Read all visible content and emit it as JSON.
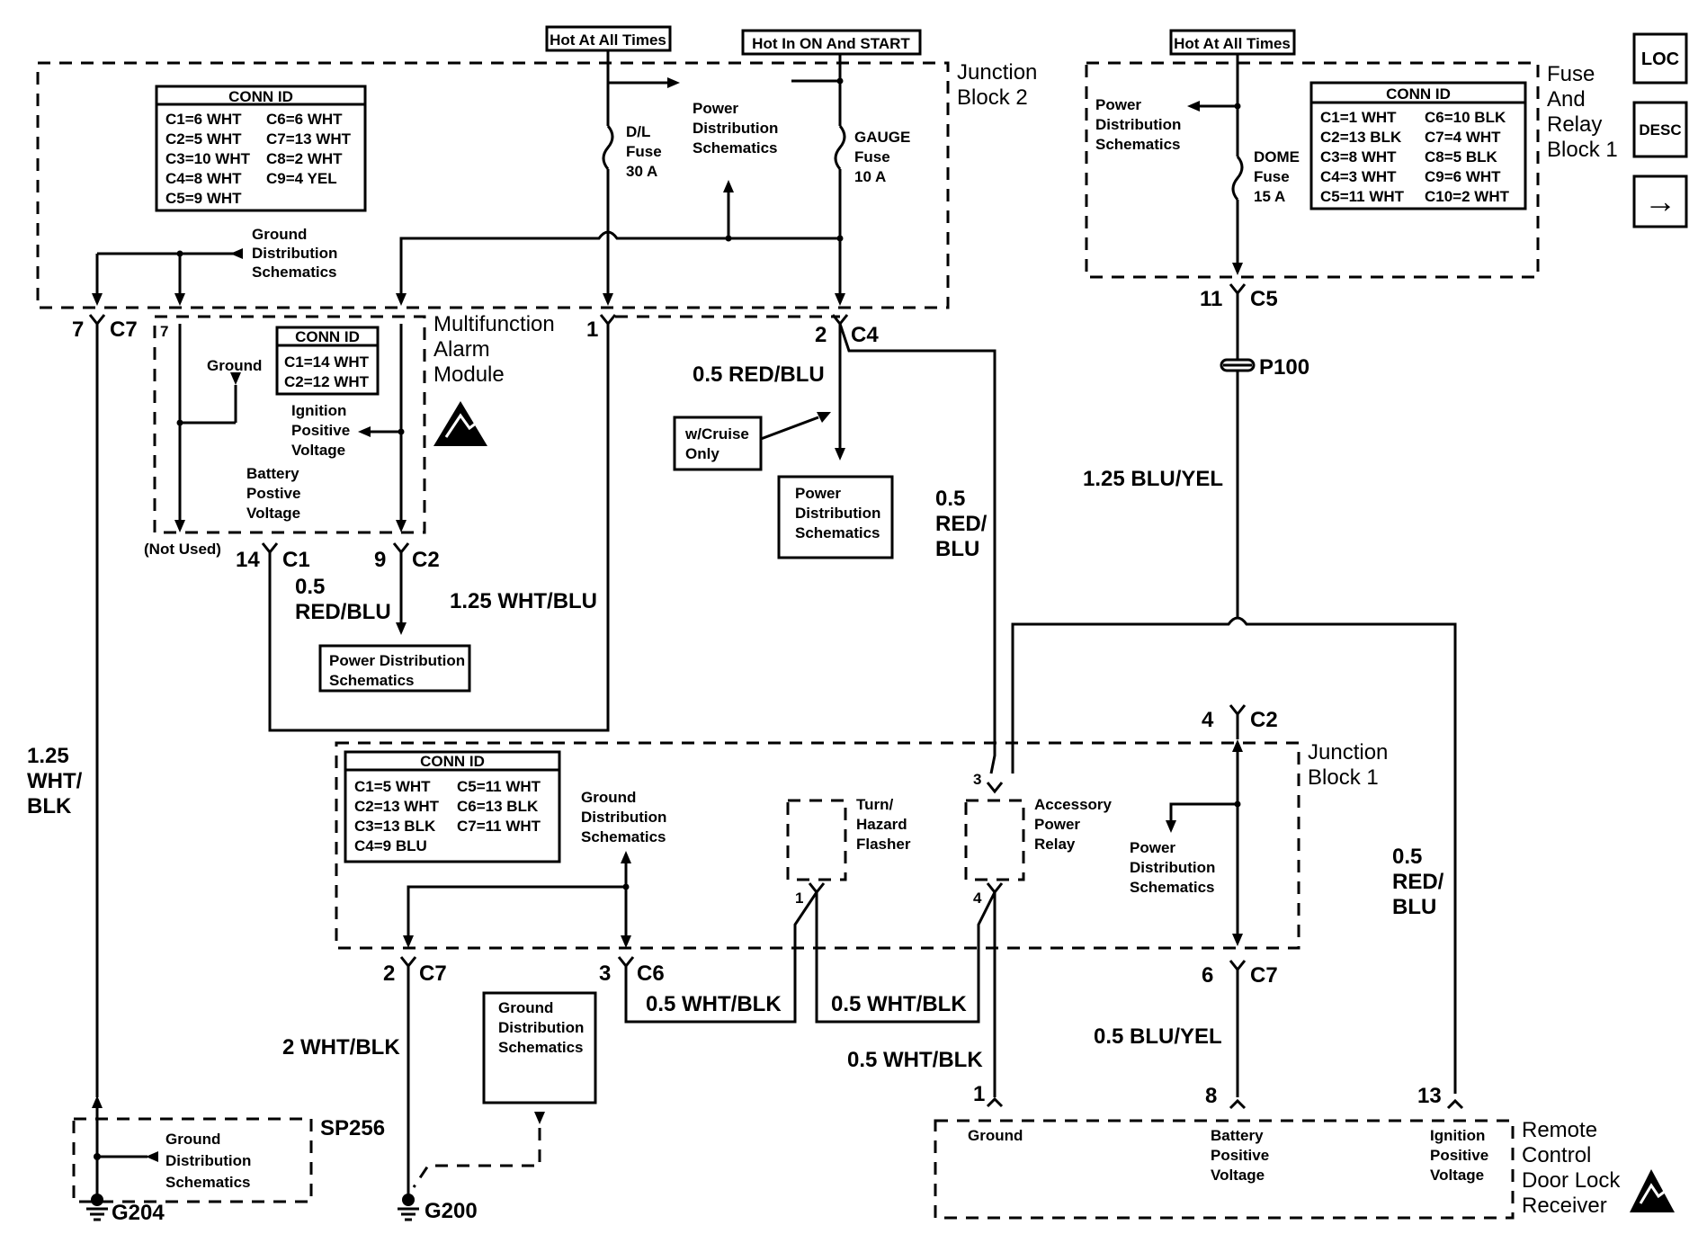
{
  "sources": {
    "hot_at_all_times_1": "Hot At All Times",
    "hot_in_on_start": "Hot In ON And START",
    "hot_at_all_times_2": "Hot At All Times"
  },
  "nav": {
    "loc": "LOC",
    "desc": "DESC",
    "next": "→"
  },
  "junction_block_2": {
    "name_line1": "Junction",
    "name_line2": "Block 2",
    "conn_id_title": "CONN ID",
    "conn_left": [
      "C1=6 WHT",
      "C2=5 WHT",
      "C3=10 WHT",
      "C4=8 WHT",
      "C5=9 WHT"
    ],
    "conn_right": [
      "C6=6 WHT",
      "C7=13 WHT",
      "C8=2 WHT",
      "C9=4 YEL"
    ],
    "dl_fuse": [
      "D/L",
      "Fuse",
      "30 A"
    ],
    "gauge_fuse": [
      "GAUGE",
      "Fuse",
      "10 A"
    ],
    "power_dist": [
      "Power",
      "Distribution",
      "Schematics"
    ],
    "ground_dist": [
      "Ground",
      "Distribution",
      "Schematics"
    ]
  },
  "fuse_relay_block_1": {
    "name": [
      "Fuse",
      "And",
      "Relay",
      "Block 1"
    ],
    "conn_id_title": "CONN ID",
    "conn_left": [
      "C1=1 WHT",
      "C2=13 BLK",
      "C3=8 WHT",
      "C4=3 WHT",
      "C5=11 WHT"
    ],
    "conn_right": [
      "C6=10 BLK",
      "C7=4 WHT",
      "C8=5 BLK",
      "C9=6 WHT",
      "C10=2 WHT"
    ],
    "dome_fuse": [
      "DOME",
      "Fuse",
      "15 A"
    ],
    "power_dist": [
      "Power",
      "Distribution",
      "Schematics"
    ]
  },
  "multifunction_alarm_module": {
    "name": [
      "Multifunction",
      "Alarm",
      "Module"
    ],
    "conn_id_title": "CONN ID",
    "conn": [
      "C1=14 WHT",
      "C2=12 WHT"
    ],
    "ground": "Ground",
    "ignition": [
      "Ignition",
      "Positive",
      "Voltage"
    ],
    "battery": [
      "Battery",
      "Postive",
      "Voltage"
    ],
    "not_used": "(Not Used)",
    "pin7": "7"
  },
  "junction_block_1": {
    "name": [
      "Junction",
      "Block 1"
    ],
    "conn_id_title": "CONN ID",
    "conn_left": [
      "C1=5 WHT",
      "C2=13 WHT",
      "C3=13 BLK",
      "C4=9 BLU"
    ],
    "conn_right": [
      "C5=11 WHT",
      "C6=13 BLK",
      "C7=11 WHT"
    ],
    "ground_dist": [
      "Ground",
      "Distribution",
      "Schematics"
    ],
    "flasher": [
      "Turn/",
      "Hazard",
      "Flasher"
    ],
    "relay": [
      "Accessory",
      "Power",
      "Relay"
    ],
    "power_dist": [
      "Power",
      "Distribution",
      "Schematics"
    ],
    "pin3": "3",
    "pin1": "1",
    "pin4": "4"
  },
  "remote_receiver": {
    "name": [
      "Remote",
      "Control",
      "Door Lock",
      "Receiver"
    ],
    "ground": "Ground",
    "battery": [
      "Battery",
      "Positive",
      "Voltage"
    ],
    "ignition": [
      "Ignition",
      "Positive",
      "Voltage"
    ]
  },
  "connectors": {
    "c7_7": [
      "7",
      "C7"
    ],
    "c1_1": "1",
    "c4_2": [
      "2",
      "C4"
    ],
    "c5_11": [
      "11",
      "C5"
    ],
    "c1_14": [
      "14",
      "C1"
    ],
    "c2_9": [
      "9",
      "C2"
    ],
    "c2_4": [
      "4",
      "C2"
    ],
    "c7_2": [
      "2",
      "C7"
    ],
    "c6_3": [
      "3",
      "C6"
    ],
    "c7_6": [
      "6",
      "C7"
    ],
    "pin_1": "1",
    "pin_8": "8",
    "pin_13": "13"
  },
  "wires": {
    "red_blu_1": "0.5 RED/BLU",
    "red_blu_2": [
      "0.5",
      "RED/",
      "BLU"
    ],
    "red_blu_3": [
      "0.5",
      "RED/BLU"
    ],
    "red_blu_4": [
      "0.5",
      "RED/",
      "BLU"
    ],
    "wht_blu": "1.25 WHT/BLU",
    "blu_yel_1": "1.25 BLU/YEL",
    "blu_yel_2": "0.5 BLU/YEL",
    "wht_blk_125": [
      "1.25",
      "WHT/",
      "BLK"
    ],
    "wht_blk_2": "2 WHT/BLK",
    "wht_blk_a": "0.5 WHT/BLK",
    "wht_blk_b": "0.5 WHT/BLK",
    "wht_blk_c": "0.5 WHT/BLK"
  },
  "boxes": {
    "cruise": [
      "w/Cruise",
      "Only"
    ],
    "pd_box_1": [
      "Power",
      "Distribution",
      "Schematics"
    ],
    "pd_box_2": [
      "Power Distribution",
      "Schematics"
    ],
    "gd_box": [
      "Ground",
      "Distribution",
      "Schematics"
    ]
  },
  "splices": {
    "p100": "P100",
    "sp256": "SP256"
  },
  "sp256_ground_dist": [
    "Ground",
    "Distribution",
    "Schematics"
  ],
  "grounds": {
    "g204": "G204",
    "g200": "G200"
  }
}
